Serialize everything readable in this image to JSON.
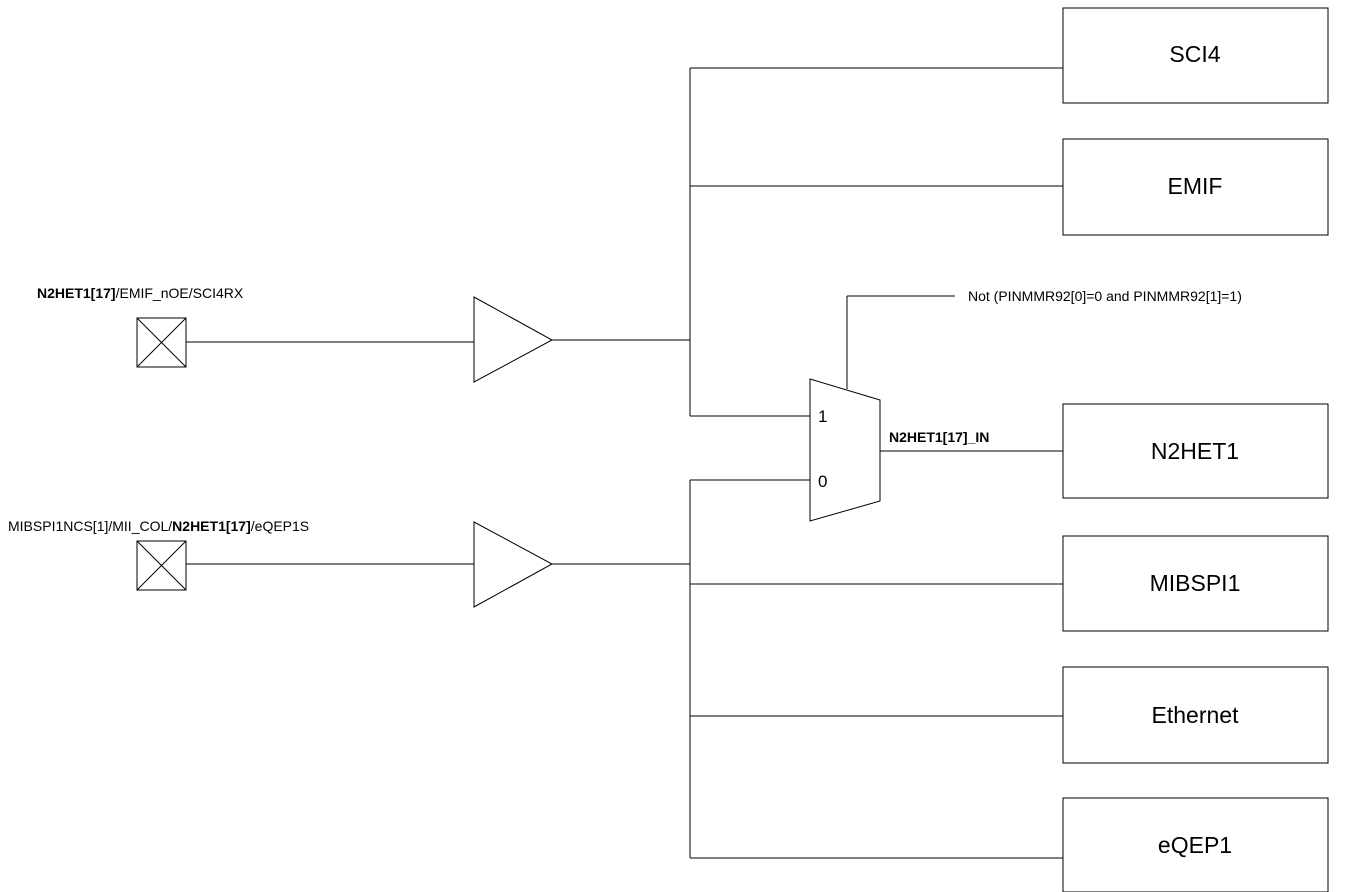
{
  "pins": [
    {
      "bold": "N2HET1[17]",
      "pre": "",
      "post": "/EMIF_nOE/SCI4RX"
    },
    {
      "pre": "MIBSPI1NCS[1]/MII_COL/",
      "bold": "N2HET1[17]",
      "post": "/eQEP1S"
    }
  ],
  "mux": {
    "input_1": "1",
    "input_0": "0",
    "output_signal": "N2HET1[17]_IN"
  },
  "control_label": "Not (PINMMR92[0]=0 and PINMMR92[1]=1)",
  "modules": [
    "SCI4",
    "EMIF",
    "N2HET1",
    "MIBSPI1",
    "Ethernet",
    "eQEP1"
  ]
}
